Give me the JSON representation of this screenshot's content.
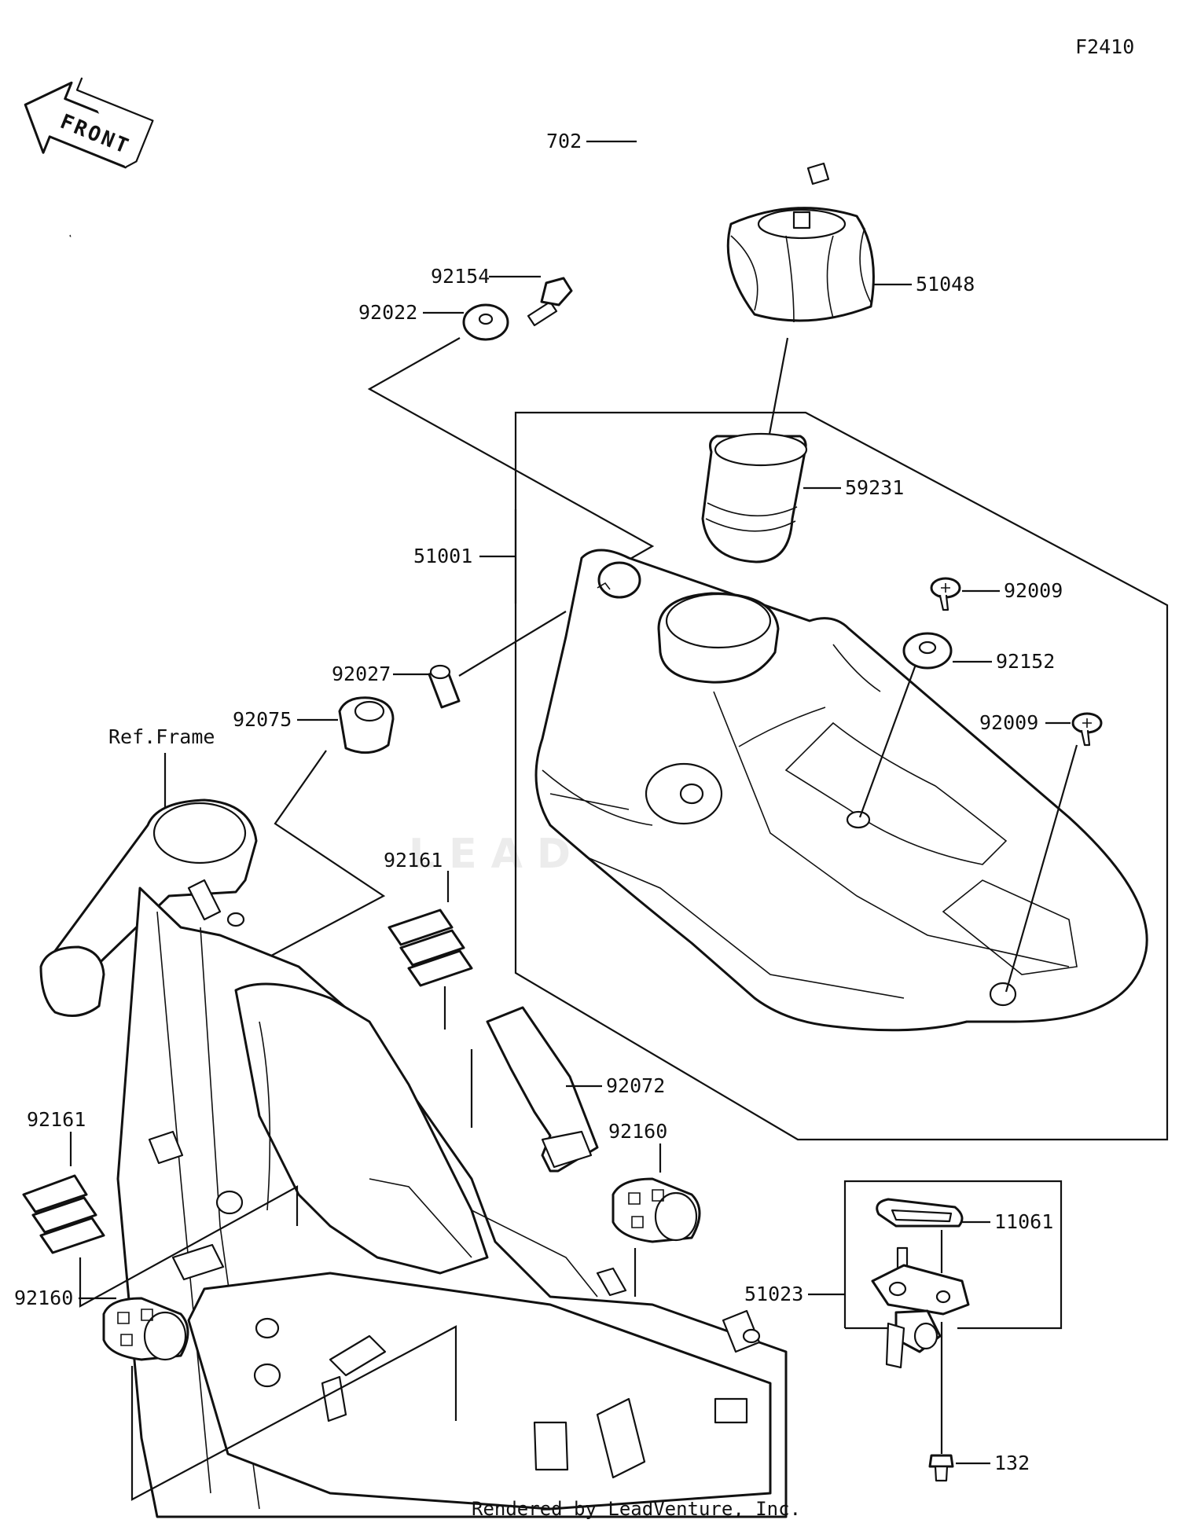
{
  "diagram": {
    "code": "F2410",
    "front_label": "FRONT",
    "frame_label": "Ref.Frame",
    "footer": "Rendered by LeadVenture, Inc.",
    "watermark": "LEADVENTURE"
  },
  "part_labels": {
    "p702": "702",
    "p51048": "51048",
    "p92154": "92154",
    "p92022": "92022",
    "p59231": "59231",
    "p51001": "51001",
    "p92009a": "92009",
    "p92152": "92152",
    "p92027": "92027",
    "p92009b": "92009",
    "p92075": "92075",
    "p92161a": "92161",
    "p92072": "92072",
    "p92161b": "92161",
    "p92160a": "92160",
    "p11061": "11061",
    "p51023": "51023",
    "p92160b": "92160",
    "p132": "132"
  }
}
